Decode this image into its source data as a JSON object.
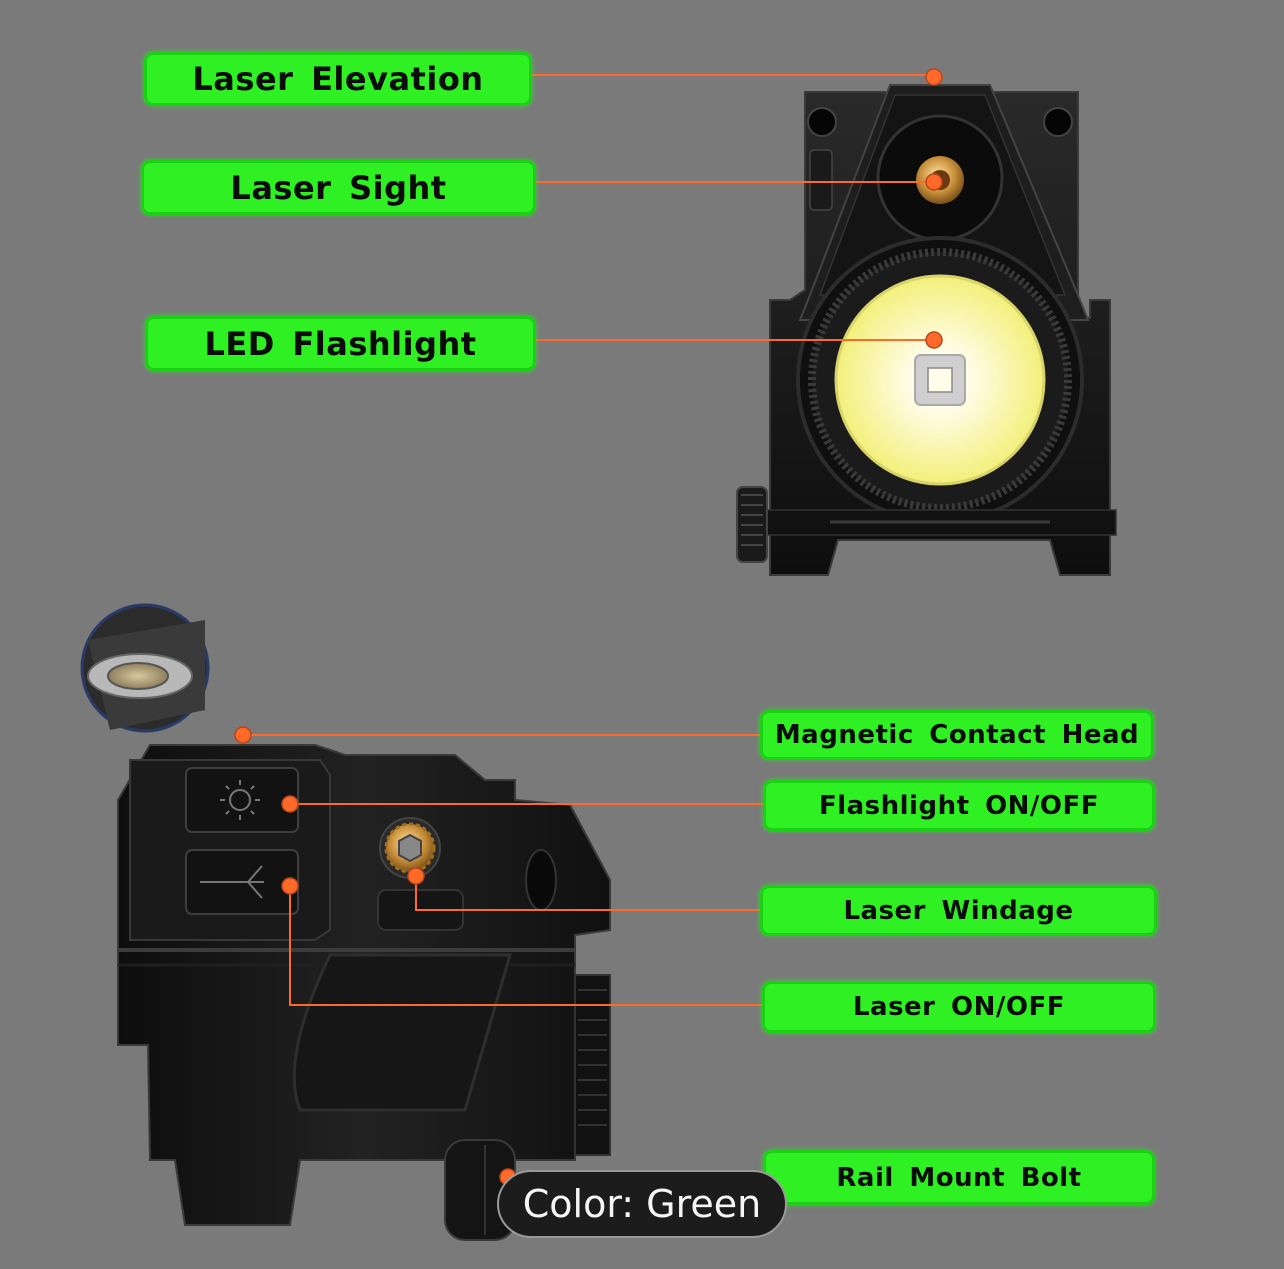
{
  "labels": {
    "laser_elevation": "Laser  Elevation",
    "laser_sight": "Laser  Sight",
    "led_flashlight": "LED  Flashlight",
    "magnetic_contact_head": "Magnetic  Contact  Head",
    "flashlight_on_off": "Flashlight  ON/OFF",
    "laser_windage": "Laser  Windage",
    "laser_on_off": "Laser  ON/OFF",
    "rail_mount_bolt": "Rail  Mount  Bolt"
  },
  "badge": {
    "text": "Color: Green"
  },
  "colors": {
    "background": "#7a7a7a",
    "label_green": "#2ef023",
    "leader_orange": "#ff6a2a",
    "device_black": "#151515"
  }
}
